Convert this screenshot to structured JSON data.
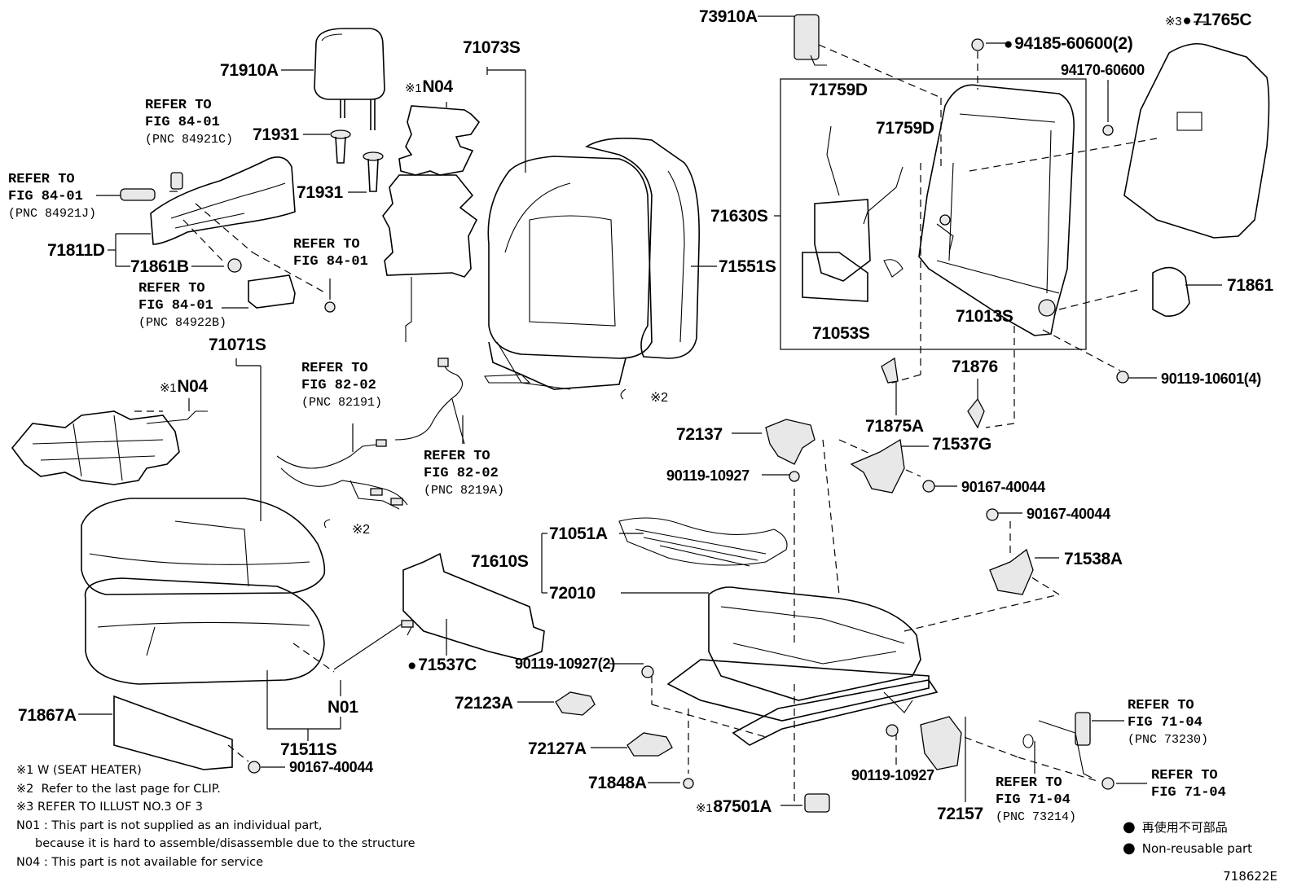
{
  "figure_id": "718622E",
  "parts": {
    "p73910A": "73910A",
    "p94185": "94185-60600(2)",
    "p71765C": "71765C",
    "p94170": "94170-60600",
    "p71759D_1": "71759D",
    "p71759D_2": "71759D",
    "p71630S": "71630S",
    "p71053S": "71053S",
    "p71013S": "71013S",
    "p71861": "71861",
    "p90119_10601": "90119-10601(4)",
    "p71876": "71876",
    "p71875A": "71875A",
    "p71537G": "71537G",
    "p90167_a": "90167-40044",
    "p90167_b": "90167-40044",
    "p71538A": "71538A",
    "p72137": "72137",
    "p90119_10927_a": "90119-10927",
    "p71051A": "71051A",
    "p71610S": "71610S",
    "p72010": "72010",
    "p90119_10927_2": "90119-10927(2)",
    "p72123A": "72123A",
    "p72127A": "72127A",
    "p71848A": "71848A",
    "p87501A": "87501A",
    "p90119_10927_b": "90119-10927",
    "p72157": "72157",
    "p71537C": "71537C",
    "p71910A": "71910A",
    "p71931_1": "71931",
    "p71931_2": "71931",
    "p71811D": "71811D",
    "p71861B": "71861B",
    "p71073S": "71073S",
    "pN04_1": "N04",
    "pN04_2": "N04",
    "p71551S": "71551S",
    "p71071S": "71071S",
    "p71867A": "71867A",
    "p90167_c": "90167-40044",
    "p71511S": "71511S",
    "pN01": "N01"
  },
  "marks": {
    "k1": "※1",
    "k2": "※2",
    "k3": "※3"
  },
  "clips": {
    "c1": "※2",
    "c2": "※2"
  },
  "refs": {
    "r1": {
      "head": "REFER TO\nFIG 84-01",
      "pnc": "(PNC 84921C)"
    },
    "r2": {
      "head": "REFER TO\nFIG 84-01",
      "pnc": "(PNC 84921J)"
    },
    "r3": {
      "head": "REFER TO\nFIG 84-01",
      "pnc": ""
    },
    "r4": {
      "head": "REFER TO\nFIG 84-01",
      "pnc": "(PNC 84922B)"
    },
    "r5": {
      "head": "REFER TO\nFIG 82-02",
      "pnc": "(PNC 82191)"
    },
    "r6": {
      "head": "REFER TO\nFIG 82-02",
      "pnc": "(PNC 8219A)"
    },
    "r7": {
      "head": "REFER TO\nFIG 71-04",
      "pnc": "(PNC 73230)"
    },
    "r8": {
      "head": "REFER TO\nFIG 71-04",
      "pnc": ""
    },
    "r9": {
      "head": "REFER TO\nFIG 71-04",
      "pnc": "(PNC 73214)"
    }
  },
  "notes": [
    "※1 W (SEAT HEATER)",
    "※2  Refer to the last page for CLIP.",
    "※3 REFER TO ILLUST NO.3 OF 3",
    "N01 : This part is not supplied as an individual part,",
    "     because it is hard to assemble/disassemble due to the structure",
    "N04 : This part is not available for service"
  ],
  "legend": {
    "jp": "再使用不可部品",
    "en": "Non-reusable part"
  }
}
